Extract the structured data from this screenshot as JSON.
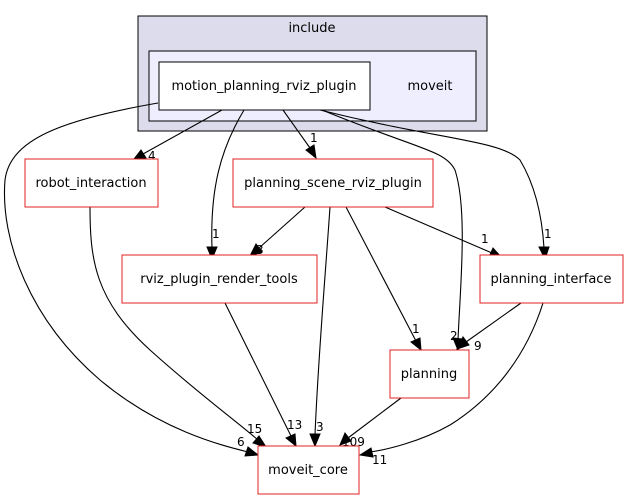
{
  "clusters": {
    "include": "include",
    "moveit": "moveit"
  },
  "nodes": {
    "motion_planning_rviz_plugin": "motion_planning_rviz_plugin",
    "robot_interaction": "robot_interaction",
    "planning_scene_rviz_plugin": "planning_scene_rviz_plugin",
    "rviz_plugin_render_tools": "rviz_plugin_render_tools",
    "planning_interface": "planning_interface",
    "planning": "planning",
    "moveit_core": "moveit_core"
  },
  "edge_labels": {
    "mpr_to_ri": "4",
    "mpr_to_psr": "1",
    "mpr_to_rprt": "1",
    "mpr_to_pi": "1",
    "mpr_to_planning": "2",
    "mpr_to_core": "6",
    "ri_to_core": "15",
    "psr_to_rprt": "3",
    "psr_to_pi": "1",
    "psr_to_planning": "1",
    "psr_to_core": "3",
    "rprt_to_core": "13",
    "pi_to_planning": "9",
    "pi_to_core": "11",
    "planning_to_core": "109"
  },
  "colors": {
    "outer_cluster_fill": "#dcdcec",
    "inner_cluster_fill": "#eeeeff",
    "node_border": "#e02020",
    "edge": "#000000"
  }
}
